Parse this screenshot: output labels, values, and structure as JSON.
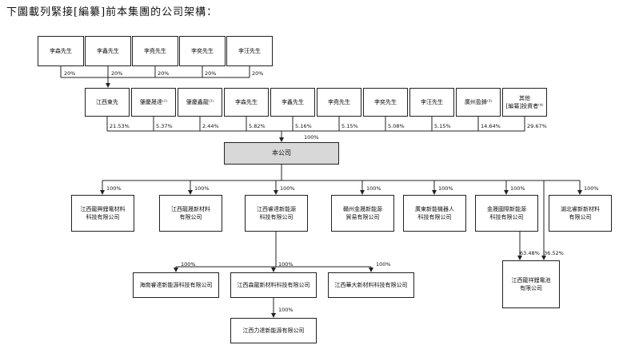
{
  "heading": "下圖載列緊接[編纂]前本集團的公司架構：",
  "founders": [
    "李森先生",
    "李鑫先生",
    "李堯先生",
    "李奕先生",
    "李汪先生"
  ],
  "founder_pcts": [
    "20%",
    "20%",
    "20%",
    "20%",
    "20%"
  ],
  "shareholders": [
    "江西東先",
    "肇慶晟達⁽¹⁾",
    "肇慶鑫龍⁽²⁾",
    "李森先生",
    "李鑫先生",
    "李堯先生",
    "李奕先生",
    "李汪先生",
    "廣州盈鋒⁽³⁾",
    "其他\n[編纂]投資者⁽⁴⁾"
  ],
  "shareholder_pcts": [
    "21.53%",
    "5.37%",
    "2.44%",
    "5.82%",
    "5.16%",
    "5.15%",
    "5.08%",
    "5.15%",
    "14.64%",
    "29.67%"
  ],
  "total_pct": "100%",
  "company": "本公司",
  "subsidiaries": [
    "江西龍興鋰電材料\n科技有限公司",
    "江西龍晟新材料\n有限公司",
    "江西睿達新能源\n科技有限公司",
    "贛州金晟新能源\n貿易有限公司",
    "廣東新能機器人\n科技有限公司",
    "金晟國際新能源\n科技有限公司",
    "湖北睿新新材料\n有限公司"
  ],
  "subsidiary_pcts": [
    "100%",
    "100%",
    "100%",
    "100%",
    "100%",
    "100%",
    "100%"
  ],
  "grandchildren": [
    "海南睿達新能源科技有限公司",
    "江西森龍新材料科技有限公司",
    "江西華大新材料科技有限公司"
  ],
  "grandchild_pcts": [
    "100%",
    "100%",
    "100%"
  ],
  "great_grandchild": "江西力達新能源有限公司",
  "great_grandchild_pct": "100%",
  "jv": "江西龍祥鋰電池\n有限公司",
  "jv_pcts": [
    "63.48%",
    "36.52%"
  ]
}
